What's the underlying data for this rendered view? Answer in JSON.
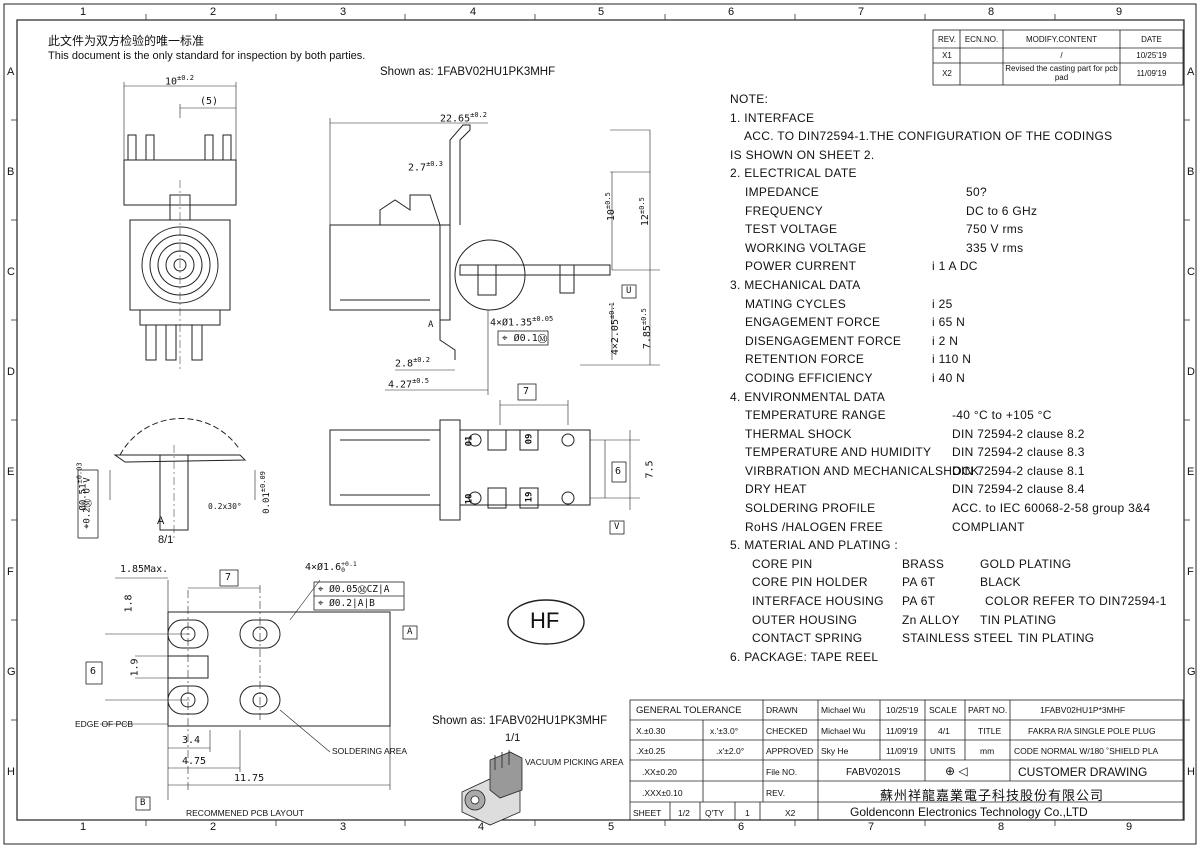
{
  "header": {
    "cn_text": "此文件为双方检验的唯一标准",
    "en_text": "This document is the only standard for inspection by both parties.",
    "shown_as_top": "Shown as: 1FABV02HU1PK3MHF",
    "shown_as_bottom": "Shown as: 1FABV02HU1PK3MHF",
    "scale_bottom": "1/1"
  },
  "grid": {
    "columns": [
      "1",
      "2",
      "3",
      "4",
      "5",
      "6",
      "7",
      "8",
      "9"
    ],
    "rows": [
      "A",
      "B",
      "C",
      "D",
      "E",
      "F",
      "G",
      "H"
    ]
  },
  "revision_table": {
    "headers": [
      "REV.",
      "ECN.NO.",
      "MODIFY.CONTENT",
      "DATE"
    ],
    "rows": [
      [
        "X1",
        "",
        "/",
        "10/25'19"
      ],
      [
        "X2",
        "",
        "Revised the casting part for pcb pad",
        "11/09'19"
      ]
    ]
  },
  "notes": {
    "title": "NOTE:",
    "lines": [
      {
        "label": "1. INTERFACE",
        "value": ""
      },
      {
        "label": "ACC. TO DIN72594-1.THE CONFIGURATION OF THE CODINGS",
        "value": ""
      },
      {
        "label": "IS SHOWN ON SHEET 2.",
        "value": ""
      },
      {
        "label": "2. ELECTRICAL DATE",
        "value": ""
      },
      {
        "label": "IMPEDANCE",
        "value": "50?"
      },
      {
        "label": "FREQUENCY",
        "value": "DC to 6 GHz"
      },
      {
        "label": "TEST VOLTAGE",
        "value": "750 V rms"
      },
      {
        "label": "WORKING VOLTAGE",
        "value": "335 V rms"
      },
      {
        "label": "POWER CURRENT",
        "value": "i 1 A DC"
      },
      {
        "label": "3. MECHANICAL DATA",
        "value": ""
      },
      {
        "label": "MATING CYCLES",
        "value": "i 25"
      },
      {
        "label": "ENGAGEMENT FORCE",
        "value": "i 65 N"
      },
      {
        "label": "DISENGAGEMENT FORCE",
        "value": "i 2 N"
      },
      {
        "label": "RETENTION FORCE",
        "value": "i 110 N"
      },
      {
        "label": "CODING EFFICIENCY",
        "value": "i 40 N"
      },
      {
        "label": "4. ENVIRONMENTAL DATA",
        "value": ""
      },
      {
        "label": "TEMPERATURE RANGE",
        "value": "-40 °C to +105 °C"
      },
      {
        "label": "THERMAL SHOCK",
        "value": "DIN 72594-2 clause 8.2"
      },
      {
        "label": "TEMPERATURE AND HUMIDITY",
        "value": "DIN 72594-2 clause 8.3"
      },
      {
        "label": "VIRBRATION AND MECHANICALSHOCK",
        "value": "DIN 72594-2 clause 8.1"
      },
      {
        "label": "DRY HEAT",
        "value": "DIN 72594-2 clause 8.4"
      },
      {
        "label": "SOLDERING PROFILE",
        "value": "ACC. to IEC 60068-2-58 group 3&4"
      },
      {
        "label": "RoHS /HALOGEN FREE",
        "value": "COMPLIANT"
      },
      {
        "label": "5. MATERIAL AND PLATING :",
        "value": ""
      }
    ],
    "materials": [
      {
        "part": "CORE PIN",
        "material": "BRASS",
        "plating": "GOLD PLATING"
      },
      {
        "part": "CORE PIN HOLDER",
        "material": "PA 6T",
        "plating": "BLACK"
      },
      {
        "part": "INTERFACE HOUSING",
        "material": "PA 6T",
        "plating": "COLOR REFER TO DIN72594-1"
      },
      {
        "part": "OUTER HOUSING",
        "material": "Zn ALLOY",
        "plating": "TIN PLATING"
      },
      {
        "part": "CONTACT SPRING",
        "material": "STAINLESS STEEL",
        "plating": "TIN PLATING"
      }
    ],
    "package": "6. PACKAGE:   TAPE REEL"
  },
  "dimensions": {
    "front_width": "10",
    "front_width_tol": "±0.2",
    "front_ref": "(5)",
    "side_length": "22.65",
    "side_length_tol": "±0.2",
    "side_2_7": "2.7",
    "side_2_7_tol": "±0.3",
    "side_10": "10",
    "side_10_tol": "±0.5",
    "side_12": "12",
    "side_12_tol": "±0.5",
    "side_hole": "4×Ø1.35",
    "side_hole_tol": "±0.05",
    "side_4x205": "4×2.05",
    "side_4x205_tol": "±0.1",
    "side_785": "7.85",
    "side_785_tol": "±0.5",
    "side_2_8": "2.8",
    "side_2_8_tol": "±0.2",
    "side_4_27": "4.27",
    "side_4_27_tol": "±0.5",
    "pos_tol": "0.1",
    "datum_u": "U",
    "datum_v": "V",
    "datum_a_label": "A",
    "bottom_7": "7",
    "bottom_6": "6",
    "bottom_7_5": "7.5",
    "pin_01": "01",
    "pin_09": "09",
    "pin_10": "10",
    "pin_19": "19",
    "detail_d051": "Ø0.51",
    "detail_d051_tol": "±0.03",
    "detail_pos": "0.2",
    "detail_datum": "U V",
    "detail_chamfer": "0.2x30°",
    "detail_001": "0.01",
    "detail_001_tol": "±0.09",
    "detail_label": "A",
    "detail_scale": "8/1",
    "pcb_185": "1.85Max.",
    "pcb_7": "7",
    "pcb_hole": "4×Ø1.6",
    "pcb_hole_tol_up": "+0.1",
    "pcb_hole_tol_dn": "0",
    "pcb_fcf1": "Ø0.05",
    "pcb_fcf1_datum": "CZ",
    "pcb_fcf1_a": "A",
    "pcb_fcf2": "Ø0.2",
    "pcb_fcf2_a": "A",
    "pcb_fcf2_b": "B",
    "pcb_1_8": "1.8",
    "pcb_6": "6",
    "pcb_1_9": "1.9",
    "pcb_3_4": "3.4",
    "pcb_4_75": "4.75",
    "pcb_11_75": "11.75",
    "pcb_datum_a": "A",
    "pcb_datum_b": "B",
    "pcb_edge": "EDGE OF PCB",
    "pcb_solder": "SOLDERING AREA",
    "pcb_caption": "RECOMMENED PCB LAYOUT",
    "vacuum": "VACUUM PICKING AREA",
    "hf_logo": "HF"
  },
  "title_block": {
    "general_tolerance": "GENERAL TOLERANCE",
    "tol_rows": [
      [
        "X.±0.30",
        "x.'±3.0°"
      ],
      [
        ".X±0.25",
        ".x'±2.0°"
      ],
      [
        ".XX±0.20",
        ""
      ],
      [
        ".XXX±0.10",
        ""
      ]
    ],
    "drawn_label": "DRAWN",
    "drawn_by": "Michael Wu",
    "drawn_date": "10/25'19",
    "checked_label": "CHECKED",
    "checked_by": "Michael Wu",
    "checked_date": "11/09'19",
    "approved_label": "APPROVED",
    "approved_by": "Sky He",
    "approved_date": "11/09'19",
    "scale_label": "SCALE",
    "scale_value": "4/1",
    "title_label": "TITLE",
    "units_label": "UNITS",
    "units_value": "mm",
    "part_label": "PART NO.",
    "part_no": "1FABV02HU1P*3MHF",
    "title_line1": "FAKRA R/A SINGLE POLE PLUG",
    "title_line2": "CODE NORMAL W/180 ˚SHIELD PLA",
    "file_label": "File NO.",
    "file_no": "FABV0201S",
    "customer_drawing": "CUSTOMER DRAWING",
    "rev_label": "REV.",
    "company_cn": "蘇州祥龍嘉業電子科技股份有限公司",
    "company_en": "Goldenconn Electronics Technology Co.,LTD",
    "sheet_label": "SHEET",
    "sheet_value": "1/2",
    "qty_label": "Q'TY",
    "qty_value": "1",
    "rev_value": "X2"
  }
}
